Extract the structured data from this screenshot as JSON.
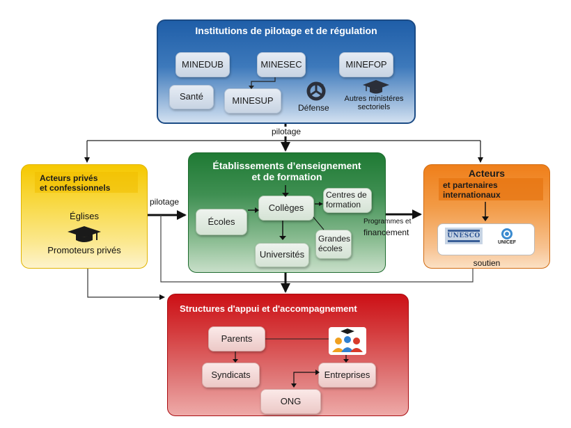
{
  "diagram": {
    "pilotage_institutions": {
      "title": "Institutions de pilotage et de régulation",
      "nodes": {
        "minedub": "MINEDUB",
        "minesec": "MINESEC",
        "minefop": "MINEFOP",
        "sante": "Santé",
        "minesup": "MINESUP",
        "defense": "Défense",
        "autres": "Autres ministéres sectoriels"
      },
      "icons": {
        "defense": "recycle-shield-icon",
        "autres": "graduation-cap-icon"
      },
      "color": "#1f5ea8"
    },
    "edge_labels": {
      "pilotage_top": "pilotage",
      "pilotage_left": "pilotage",
      "programmes_line1": "Programmes et",
      "programmes_line2": "financement"
    },
    "private_actors": {
      "title_line1": "Acteurs privés",
      "title_line2": "et confessionnels",
      "eglises": "Églises",
      "promoteurs": "Promoteurs privés",
      "icon": "graduation-cap-icon",
      "color": "#f6c800"
    },
    "establishments": {
      "title_line1": "Établissements d’enseignement",
      "title_line2": "et de formation",
      "nodes": {
        "ecoles": "Écoles",
        "colleges": "Collèges",
        "centres": "Centres de formation",
        "grandes": "Grandes écoles",
        "universites": "Universités"
      },
      "color": "#1f7a34"
    },
    "international": {
      "title_line1": "Acteurs",
      "title_line2": "et partenaires",
      "title_line3": "internationaux",
      "logos": {
        "unesco": "UNESCO",
        "unicef": "UNICEF"
      },
      "soutien": "soutien",
      "color": "#ef7f1a"
    },
    "support": {
      "title": "Structures d'appui et d'accompagnement",
      "nodes": {
        "parents": "Parents",
        "syndicats": "Syndicats",
        "entreprises": "Entreprises",
        "ong": "ONG"
      },
      "icon": "students-group-icon",
      "color": "#cc1016"
    }
  }
}
